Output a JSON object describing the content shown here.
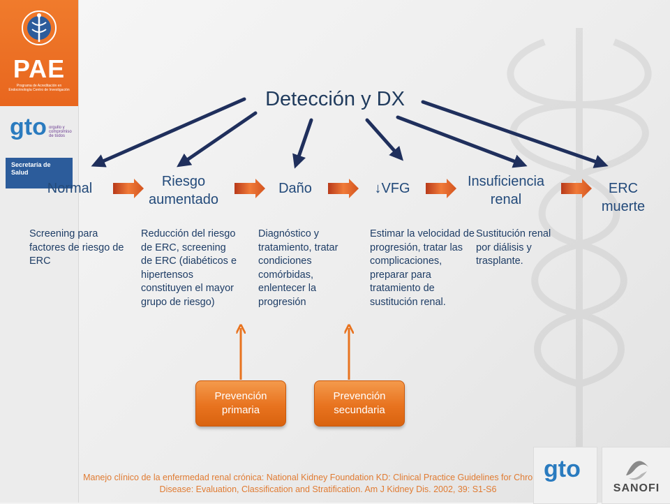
{
  "title": "Detección y DX",
  "logos": {
    "pae": "PAE",
    "pae_sub": "Programa de Acreditación en Endocrinología Centro de Investigación",
    "gto": "gto",
    "gto_sub": "orgullo y compromiso de todos",
    "secretaria": "Secretaría de Salud",
    "sanofi": "SANOFI"
  },
  "stages": [
    {
      "label": "Normal",
      "desc": "Screening para factores de riesgo de ERC"
    },
    {
      "label": "Riesgo aumentado",
      "desc": "Reducción del riesgo de ERC, screening de ERC (diabéticos e hipertensos constituyen el mayor grupo de riesgo)"
    },
    {
      "label": "Daño",
      "desc": "Diagnóstico y tratamiento, tratar condiciones comórbidas, enlentecer la progresión"
    },
    {
      "label": "↓VFG",
      "desc": "Estimar la velocidad de progresión, tratar las complicaciones, preparar para tratamiento de sustitución renal."
    },
    {
      "label": "Insuficiencia renal",
      "desc": "Sustitución renal por diálisis y trasplante."
    },
    {
      "label": "ERC muerte",
      "desc": ""
    }
  ],
  "prevention": {
    "primary": "Prevención primaria",
    "secondary": "Prevención secundaria"
  },
  "citation": "Manejo clínico de la enfermedad renal crónica: National Kidney Foundation KD: Clinical Practice Guidelines for Chronic Kidney Disease: Evaluation, Classification and Stratification. Am J Kidney Dis. 2002, 39: S1-S6",
  "colors": {
    "text_blue": "#234a7a",
    "arrow_navy": "#1f2f5c",
    "orange": "#e8731f"
  }
}
